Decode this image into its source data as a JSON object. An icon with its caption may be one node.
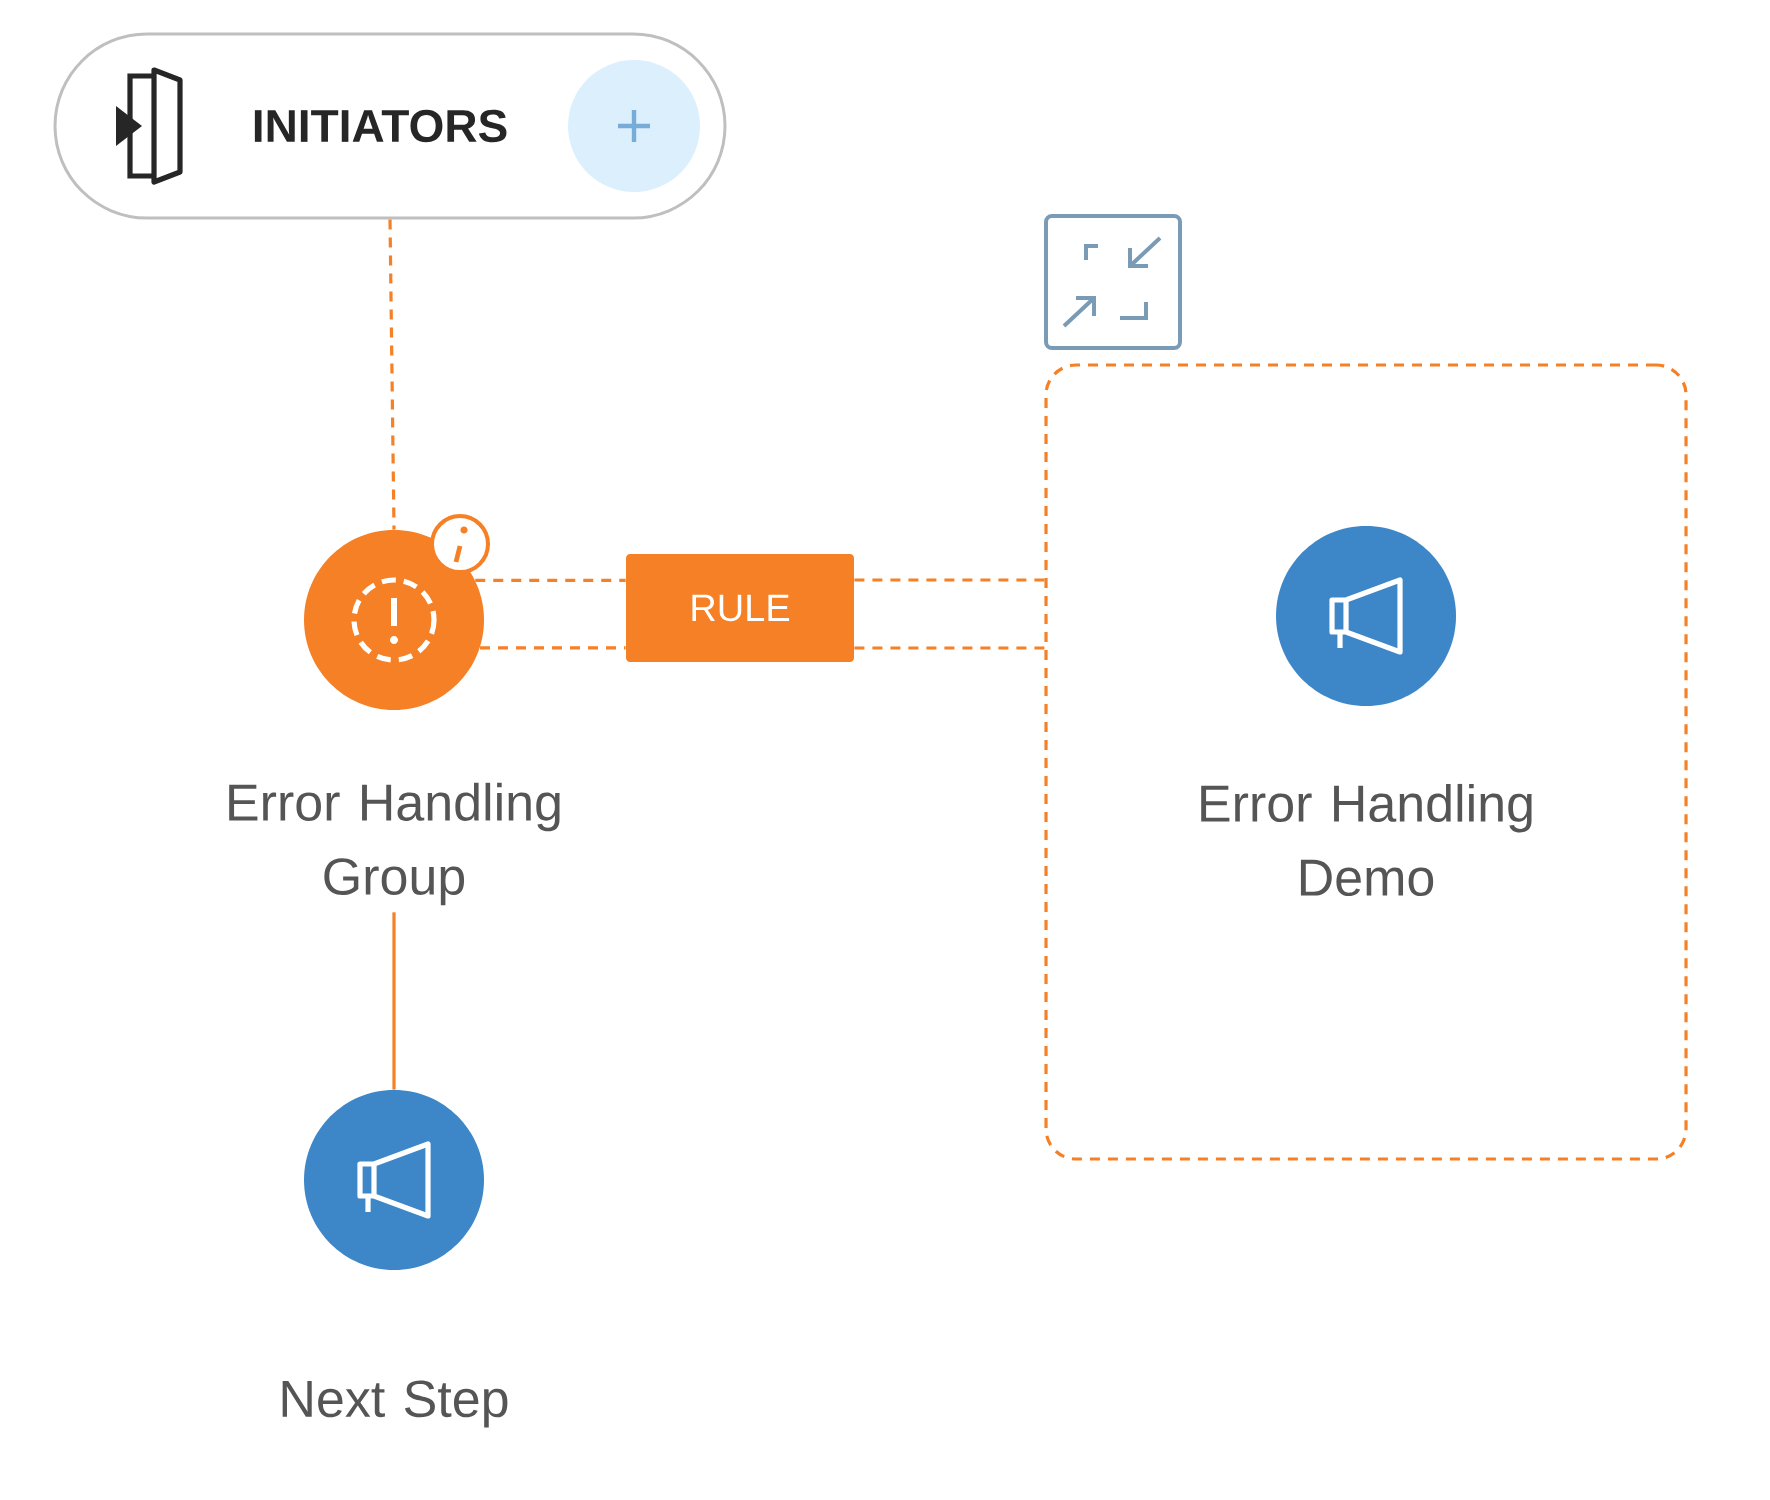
{
  "diagram": {
    "nodes": [
      {
        "text": [
          "INITIATORS"
        ]
      },
      {
        "text": [
          "Error Handling Group"
        ]
      },
      {
        "text": [
          "RULE"
        ]
      },
      {
        "text": [],
        "shape": "box"
      },
      {
        "text": [
          "Error Handling Demo"
        ],
        "in": 3
      },
      {
        "text": [
          "Next Step"
        ]
      }
    ],
    "edges": [
      {
        "from": 0,
        "to": 1,
        "arrow": "none",
        "style": "dashed"
      },
      {
        "from": 1,
        "to": 2,
        "arrow": "none",
        "style": "dashed"
      },
      {
        "from": 1,
        "to": 2,
        "arrow": "none",
        "style": "dashed"
      },
      {
        "from": 2,
        "to": 3,
        "arrow": "none",
        "style": "dashed"
      },
      {
        "from": 2,
        "to": 3,
        "arrow": "none",
        "style": "dashed"
      },
      {
        "from": 1,
        "to": 5,
        "arrow": "none"
      }
    ]
  }
}
